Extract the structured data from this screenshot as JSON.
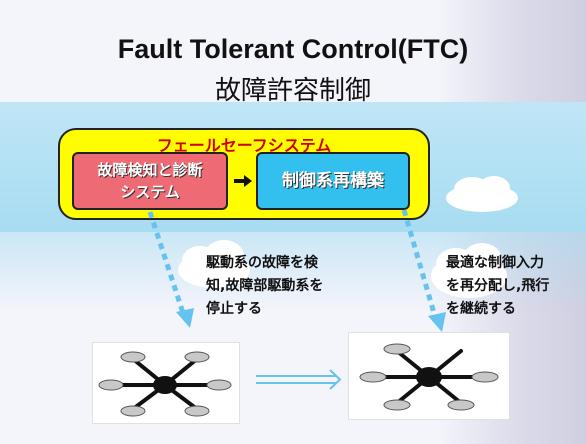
{
  "title_en": "Fault Tolerant Control(FTC)",
  "title_jp": "故障許容制御",
  "failsafe_label": "フェールセーフシステム",
  "detect_box": {
    "line1": "故障検知と診断",
    "line2": "システム"
  },
  "reconfig_box": "制御系再構築",
  "note_left": {
    "line1": "駆動系の故障を検",
    "line2": "知,故障部駆動系を",
    "line3": "停止する"
  },
  "note_right": {
    "line1": "最適な制御入力",
    "line2": "を再分配し,飛行",
    "line3": "を継続する"
  },
  "colors": {
    "failsafe_fill": "#fffd00",
    "failsafe_text": "#d00000",
    "detect_fill": "#ee6a74",
    "reconfig_fill": "#33c0ee",
    "band": "#a8dcf1",
    "dashed_arrow": "#66c2ee"
  },
  "icons": [
    "hexacopter-icon",
    "hexacopter-fault-icon",
    "transition-arrow-icon",
    "cloud-icon"
  ]
}
